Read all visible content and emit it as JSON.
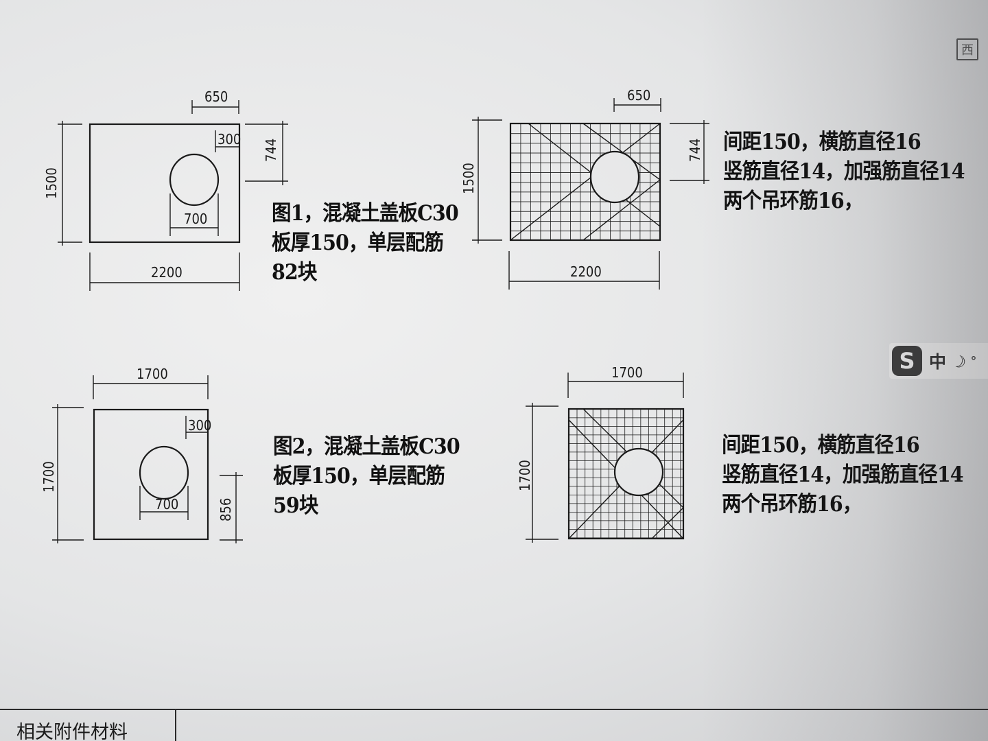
{
  "figure1": {
    "dims": {
      "top_offset": "650",
      "right_height": "744",
      "left_height": "1500",
      "margin": "300",
      "hole": "700",
      "bottom_width": "2200"
    },
    "note": [
      "图1，混凝土盖板C30",
      "板厚150，单层配筋",
      "82块"
    ]
  },
  "figure1_rebar": {
    "dims": {
      "top_offset": "650",
      "right_height": "744",
      "left_height": "1500",
      "bottom_width": "2200"
    },
    "note": [
      "间距150，横筋直径16",
      "竖筋直径14，加强筋直径14",
      "两个吊环筋16，"
    ]
  },
  "figure2": {
    "dims": {
      "top_width": "1700",
      "left_height": "1700",
      "margin": "300",
      "hole": "700",
      "right_height": "856"
    },
    "note": [
      "图2，混凝土盖板C30",
      "板厚150，单层配筋",
      "59块"
    ]
  },
  "figure2_rebar": {
    "dims": {
      "top_width": "1700",
      "left_height": "1700"
    },
    "note": [
      "间距150，横筋直径16",
      "竖筋直径14，加强筋直径14",
      "两个吊环筋16，"
    ]
  },
  "footer": {
    "label": "相关附件材料"
  },
  "ime_toolbar": {
    "logo": "S",
    "lang": "中",
    "moon_icon": "moon-icon",
    "dot_icon": "dot-icon"
  },
  "corner_icon": {
    "glyph": "西"
  }
}
